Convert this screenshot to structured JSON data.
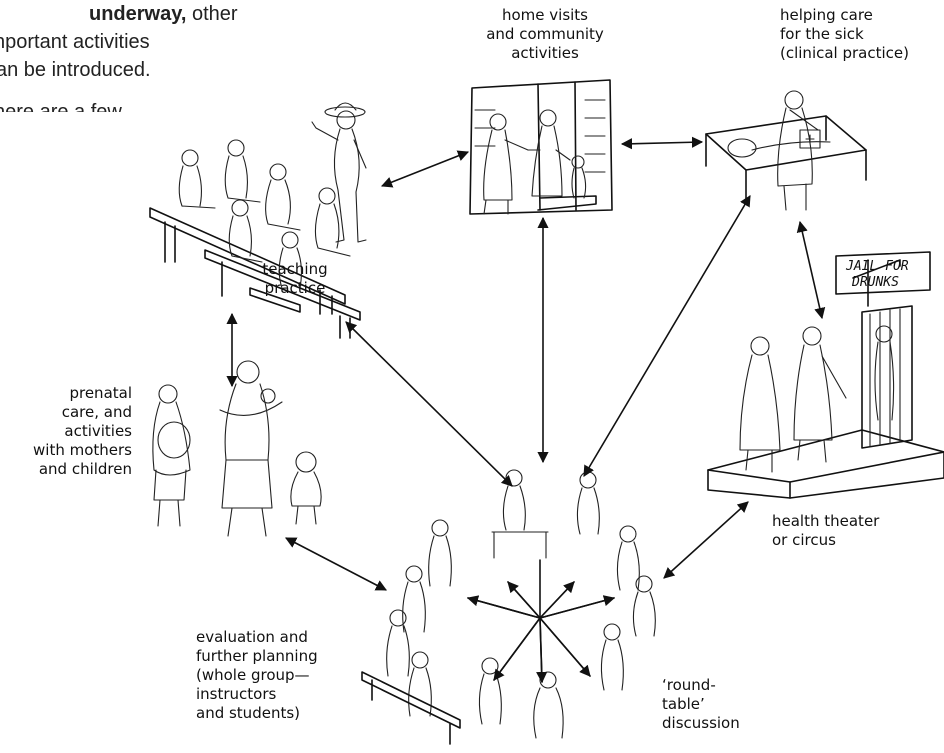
{
  "intro": {
    "line1_bold": "underway,",
    "line1_rest": " other",
    "line2": "nportant activities",
    "line3": "an be introduced.",
    "line4": "here are a few."
  },
  "labels": {
    "home_visits": [
      "home visits",
      "and community",
      "activities"
    ],
    "clinical": [
      "helping care",
      "for the sick",
      "(clinical practice)"
    ],
    "teaching": [
      "teaching",
      "practice"
    ],
    "jail_sign": [
      "JAIL FOR",
      "DRUNKS"
    ],
    "prenatal": [
      "prenatal",
      "care, and",
      "activities",
      "with mothers",
      "and children"
    ],
    "theater": [
      "health theater",
      "or circus"
    ],
    "evaluation": [
      "evaluation and",
      "further planning",
      "(whole group—",
      "instructors",
      "and students)"
    ],
    "roundtable": [
      "‘round-",
      "table’",
      "discussion"
    ]
  }
}
